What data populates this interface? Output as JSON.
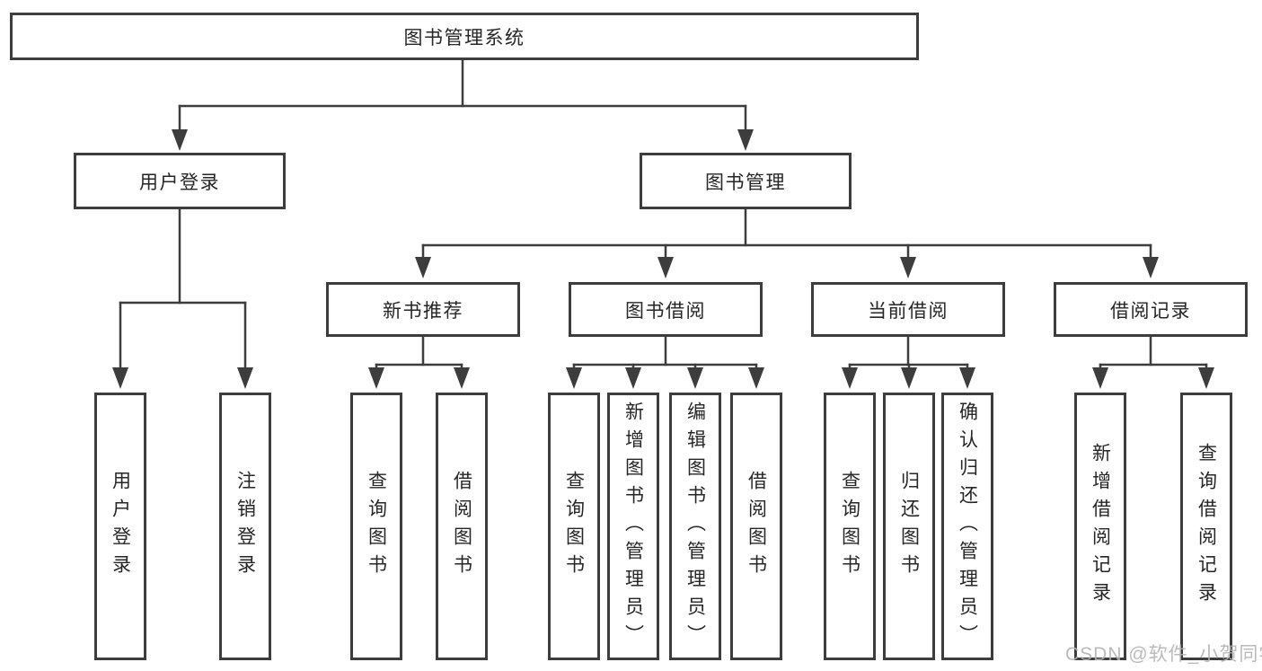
{
  "diagram": {
    "root": {
      "label": "图书管理系统"
    },
    "level2": [
      {
        "id": "user-login",
        "label": "用户登录"
      },
      {
        "id": "book-management",
        "label": "图书管理"
      }
    ],
    "user_login_children": [
      {
        "label": "用户登录"
      },
      {
        "label": "注销登录"
      }
    ],
    "modules": [
      {
        "label": "新书推荐",
        "children": [
          "查询图书",
          "借阅图书"
        ]
      },
      {
        "label": "图书借阅",
        "children": [
          "查询图书",
          "新增图书（管理员）",
          "编辑图书（管理员）",
          "借阅图书"
        ]
      },
      {
        "label": "当前借阅",
        "children": [
          "查询图书",
          "归还图书",
          "确认归还（管理员）"
        ]
      },
      {
        "label": "借阅记录",
        "children": [
          "新增借阅记录",
          "查询借阅记录"
        ]
      }
    ],
    "watermark": "CSDN @软件_小贺同学",
    "colors": {
      "line": "#3d3d3d",
      "text": "#262626",
      "watermark": "#b3b3b3",
      "bg": "#ffffff"
    }
  }
}
